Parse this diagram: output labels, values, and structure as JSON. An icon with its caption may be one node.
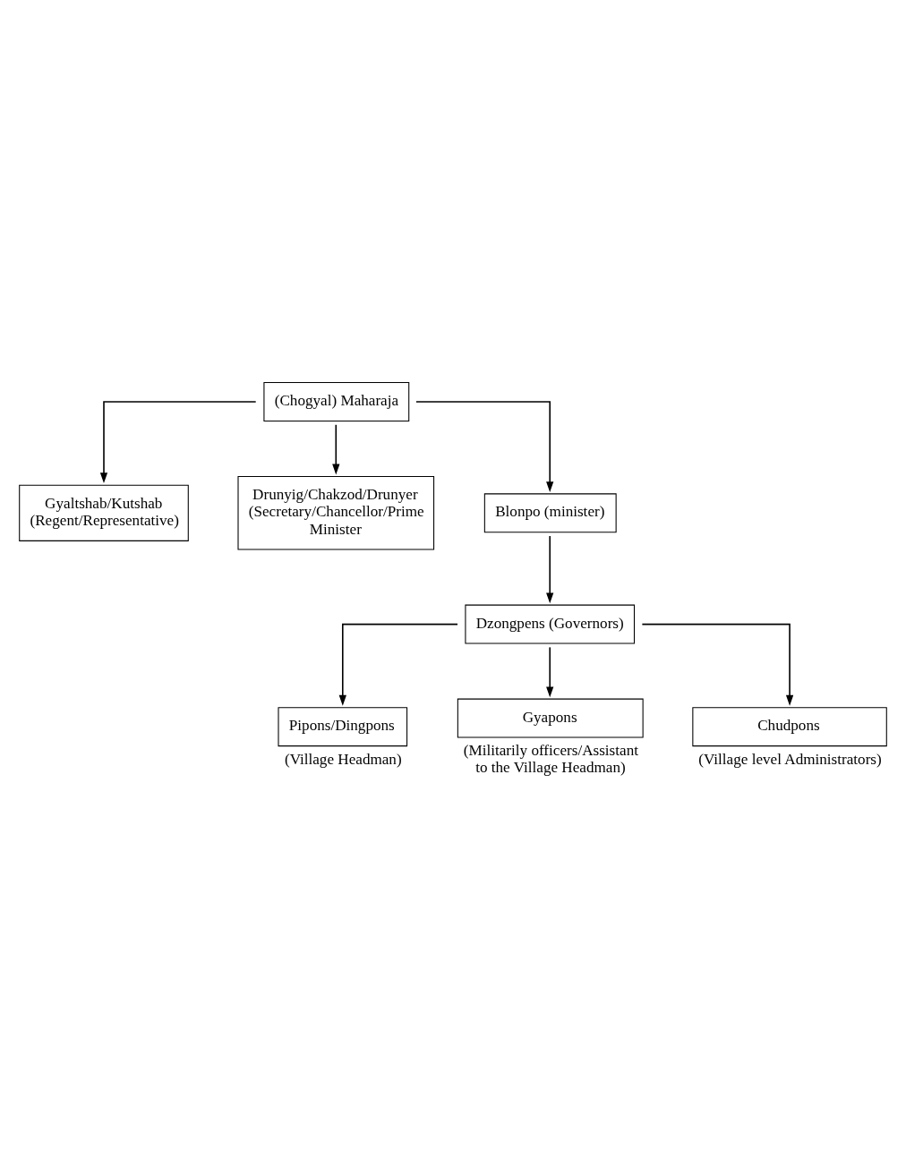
{
  "diagram": {
    "nodes": [
      {
        "text": [
          "(Chogyal) Maharaja"
        ]
      },
      {
        "text": [
          "Gyaltshab/Kutshab (Regent/Representative)"
        ]
      },
      {
        "text": [
          "Drunyig/Chakzod/Drunyer (Secretary/Chancellor/Prime Minister"
        ]
      },
      {
        "text": [
          "Blonpo (minister)"
        ]
      },
      {
        "text": [
          "Dzongpens (Governors)"
        ]
      },
      {
        "text": [
          "Pipons/Dingpons"
        ],
        "beside": [
          "(Village Headman)"
        ]
      },
      {
        "text": [
          "Gyapons"
        ],
        "beside": [
          "(Militarily officers/Assistant to the Village Headman)"
        ]
      },
      {
        "text": [
          "Chudpons"
        ],
        "beside": [
          "(Village level Administrators)"
        ]
      }
    ],
    "edges": [
      {
        "from": 0,
        "to": 1,
        "arrow": "to"
      },
      {
        "from": 0,
        "to": 3,
        "arrow": "to"
      },
      {
        "from": 0,
        "to": 2,
        "arrow": "to"
      },
      {
        "from": 3,
        "to": 4,
        "arrow": "to"
      },
      {
        "from": 4,
        "to": 5,
        "arrow": "to"
      },
      {
        "from": 4,
        "to": 6,
        "arrow": "to"
      },
      {
        "from": 4,
        "to": 7,
        "arrow": "to"
      }
    ]
  }
}
